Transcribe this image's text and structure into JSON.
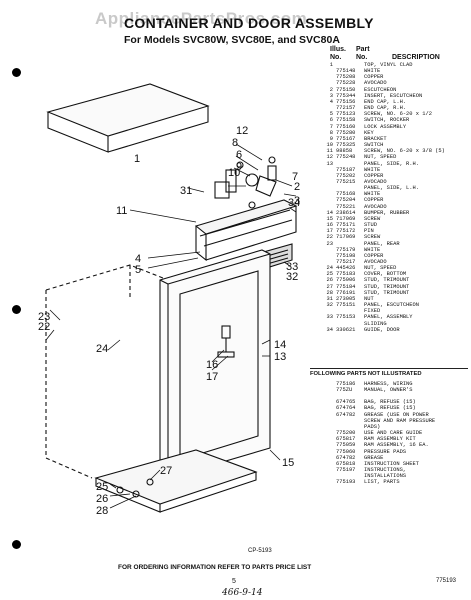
{
  "watermark": "AppliancePartsPros.com",
  "title": "CONTAINER AND DOOR ASSEMBLY",
  "subtitle": "For Models SVC80W, SVC80E, and SVC80A",
  "columns": {
    "illus": "Illus.",
    "part": "Part",
    "no1": "No.",
    "no2": "No.",
    "description": "DESCRIPTION"
  },
  "parts": [
    {
      "k": "1",
      "p": "",
      "d": "TOP, VINYL CLAD"
    },
    {
      "k": "",
      "p": "775148",
      "d": "WHITE"
    },
    {
      "k": "",
      "p": "775208",
      "d": "COPPER"
    },
    {
      "k": "",
      "p": "775228",
      "d": "AVOCADO"
    },
    {
      "k": "2",
      "p": "775150",
      "d": "ESCUTCHEON"
    },
    {
      "k": "3",
      "p": "775344",
      "d": "INSERT, ESCUTCHEON"
    },
    {
      "k": "4",
      "p": "775156",
      "d": "END CAP, L.H."
    },
    {
      "k": "",
      "p": "772157",
      "d": "END CAP, R.H."
    },
    {
      "k": "5",
      "p": "775123",
      "d": "SCREW, NO. 6-20 x 1/2"
    },
    {
      "k": "6",
      "p": "775158",
      "d": "SWITCH, ROCKER"
    },
    {
      "k": "7",
      "p": "775160",
      "d": "LOCK ASSEMBLY"
    },
    {
      "k": "8",
      "p": "775280",
      "d": "KEY"
    },
    {
      "k": "9",
      "p": "775167",
      "d": "BRACKET"
    },
    {
      "k": "10",
      "p": "775325",
      "d": "SWITCH"
    },
    {
      "k": "11",
      "p": "98858",
      "d": "SCREW, NO. 6-20 x 3/8 (5)"
    },
    {
      "k": "12",
      "p": "775248",
      "d": "NUT, SPEED"
    },
    {
      "k": "13",
      "p": "",
      "d": "PANEL, SIDE, R.H."
    },
    {
      "k": "",
      "p": "775187",
      "d": "WHITE"
    },
    {
      "k": "",
      "p": "775202",
      "d": "COPPER"
    },
    {
      "k": "",
      "p": "775215",
      "d": "AVOCADO"
    },
    {
      "k": "",
      "p": "",
      "d": "PANEL, SIDE, L.H."
    },
    {
      "k": "",
      "p": "775168",
      "d": "WHITE"
    },
    {
      "k": "",
      "p": "775204",
      "d": "COPPER"
    },
    {
      "k": "",
      "p": "775221",
      "d": "AVOCADO"
    },
    {
      "k": "14",
      "p": "238614",
      "d": "BUMPER, RUBBER"
    },
    {
      "k": "15",
      "p": "717069",
      "d": "SCREW"
    },
    {
      "k": "16",
      "p": "775171",
      "d": "STUD"
    },
    {
      "k": "17",
      "p": "775172",
      "d": "PIN"
    },
    {
      "k": "22",
      "p": "717069",
      "d": "SCREW"
    },
    {
      "k": "23",
      "p": "",
      "d": "PANEL, REAR"
    },
    {
      "k": "",
      "p": "775179",
      "d": "WHITE"
    },
    {
      "k": "",
      "p": "775198",
      "d": "COPPER"
    },
    {
      "k": "",
      "p": "775217",
      "d": "AVOCADO"
    },
    {
      "k": "24",
      "p": "445426",
      "d": "NUT, SPEED"
    },
    {
      "k": "25",
      "p": "775183",
      "d": "COVER, BOTTOM"
    },
    {
      "k": "26",
      "p": "775906",
      "d": "STUD, TRIMOUNT"
    },
    {
      "k": "27",
      "p": "775184",
      "d": "STUD, TRIMOUNT"
    },
    {
      "k": "28",
      "p": "776191",
      "d": "STUD, TRIMOUNT"
    },
    {
      "k": "31",
      "p": "273005",
      "d": "NUT"
    },
    {
      "k": "32",
      "p": "775151",
      "d": "PANEL, ESCUTCHEON"
    },
    {
      "k": "",
      "p": "",
      "d": "FIXED"
    },
    {
      "k": "33",
      "p": "775153",
      "d": "PANEL, ASSEMBLY"
    },
    {
      "k": "",
      "p": "",
      "d": "SLIDING"
    },
    {
      "k": "34",
      "p": "330621",
      "d": "GUIDE, DOOR"
    }
  ],
  "following_header": "FOLLOWING PARTS NOT ILLUSTRATED",
  "following": [
    {
      "p": "775186",
      "d": "HARNESS, WIRING"
    },
    {
      "p": "775ZU",
      "d": "MANUAL, OWNER'S"
    },
    {
      "p": "",
      "d": ""
    },
    {
      "p": "674765",
      "d": "BAG, REFUSE (15)"
    },
    {
      "p": "674764",
      "d": "BAG, REFUSE (15)"
    },
    {
      "p": "674782",
      "d": "GREASE (USE ON POWER"
    },
    {
      "p": "",
      "d": "SCREW AND RAM PRESSURE"
    },
    {
      "p": "",
      "d": "PADS)"
    },
    {
      "p": "775200",
      "d": "USE AND CARE GUIDE"
    },
    {
      "p": "675817",
      "d": "RAM ASSEMBLY KIT"
    },
    {
      "p": "775059",
      "d": "RAM ASSEMBLY, 16 EA."
    },
    {
      "p": "775060",
      "d": "PRESSURE PADS"
    },
    {
      "p": "674782",
      "d": "GREASE"
    },
    {
      "p": "675818",
      "d": "INSTRUCTION SHEET"
    },
    {
      "p": "775197",
      "d": "INSTRUCTIONS,"
    },
    {
      "p": "",
      "d": "INSTALLATIONS"
    },
    {
      "p": "775193",
      "d": "LIST, PARTS"
    }
  ],
  "callouts": [
    "1",
    "2",
    "3",
    "4",
    "5",
    "6",
    "7",
    "8",
    "9",
    "10",
    "11",
    "12",
    "13",
    "14",
    "15",
    "16",
    "17",
    "22",
    "23",
    "24",
    "25",
    "26",
    "27",
    "28",
    "31",
    "32",
    "33",
    "34"
  ],
  "cp_code": "CP-5193",
  "footer": "FOR ORDERING INFORMATION REFER TO PARTS PRICE LIST",
  "page_number": "5",
  "page_code": "775193",
  "handwritten": "466-9-14"
}
